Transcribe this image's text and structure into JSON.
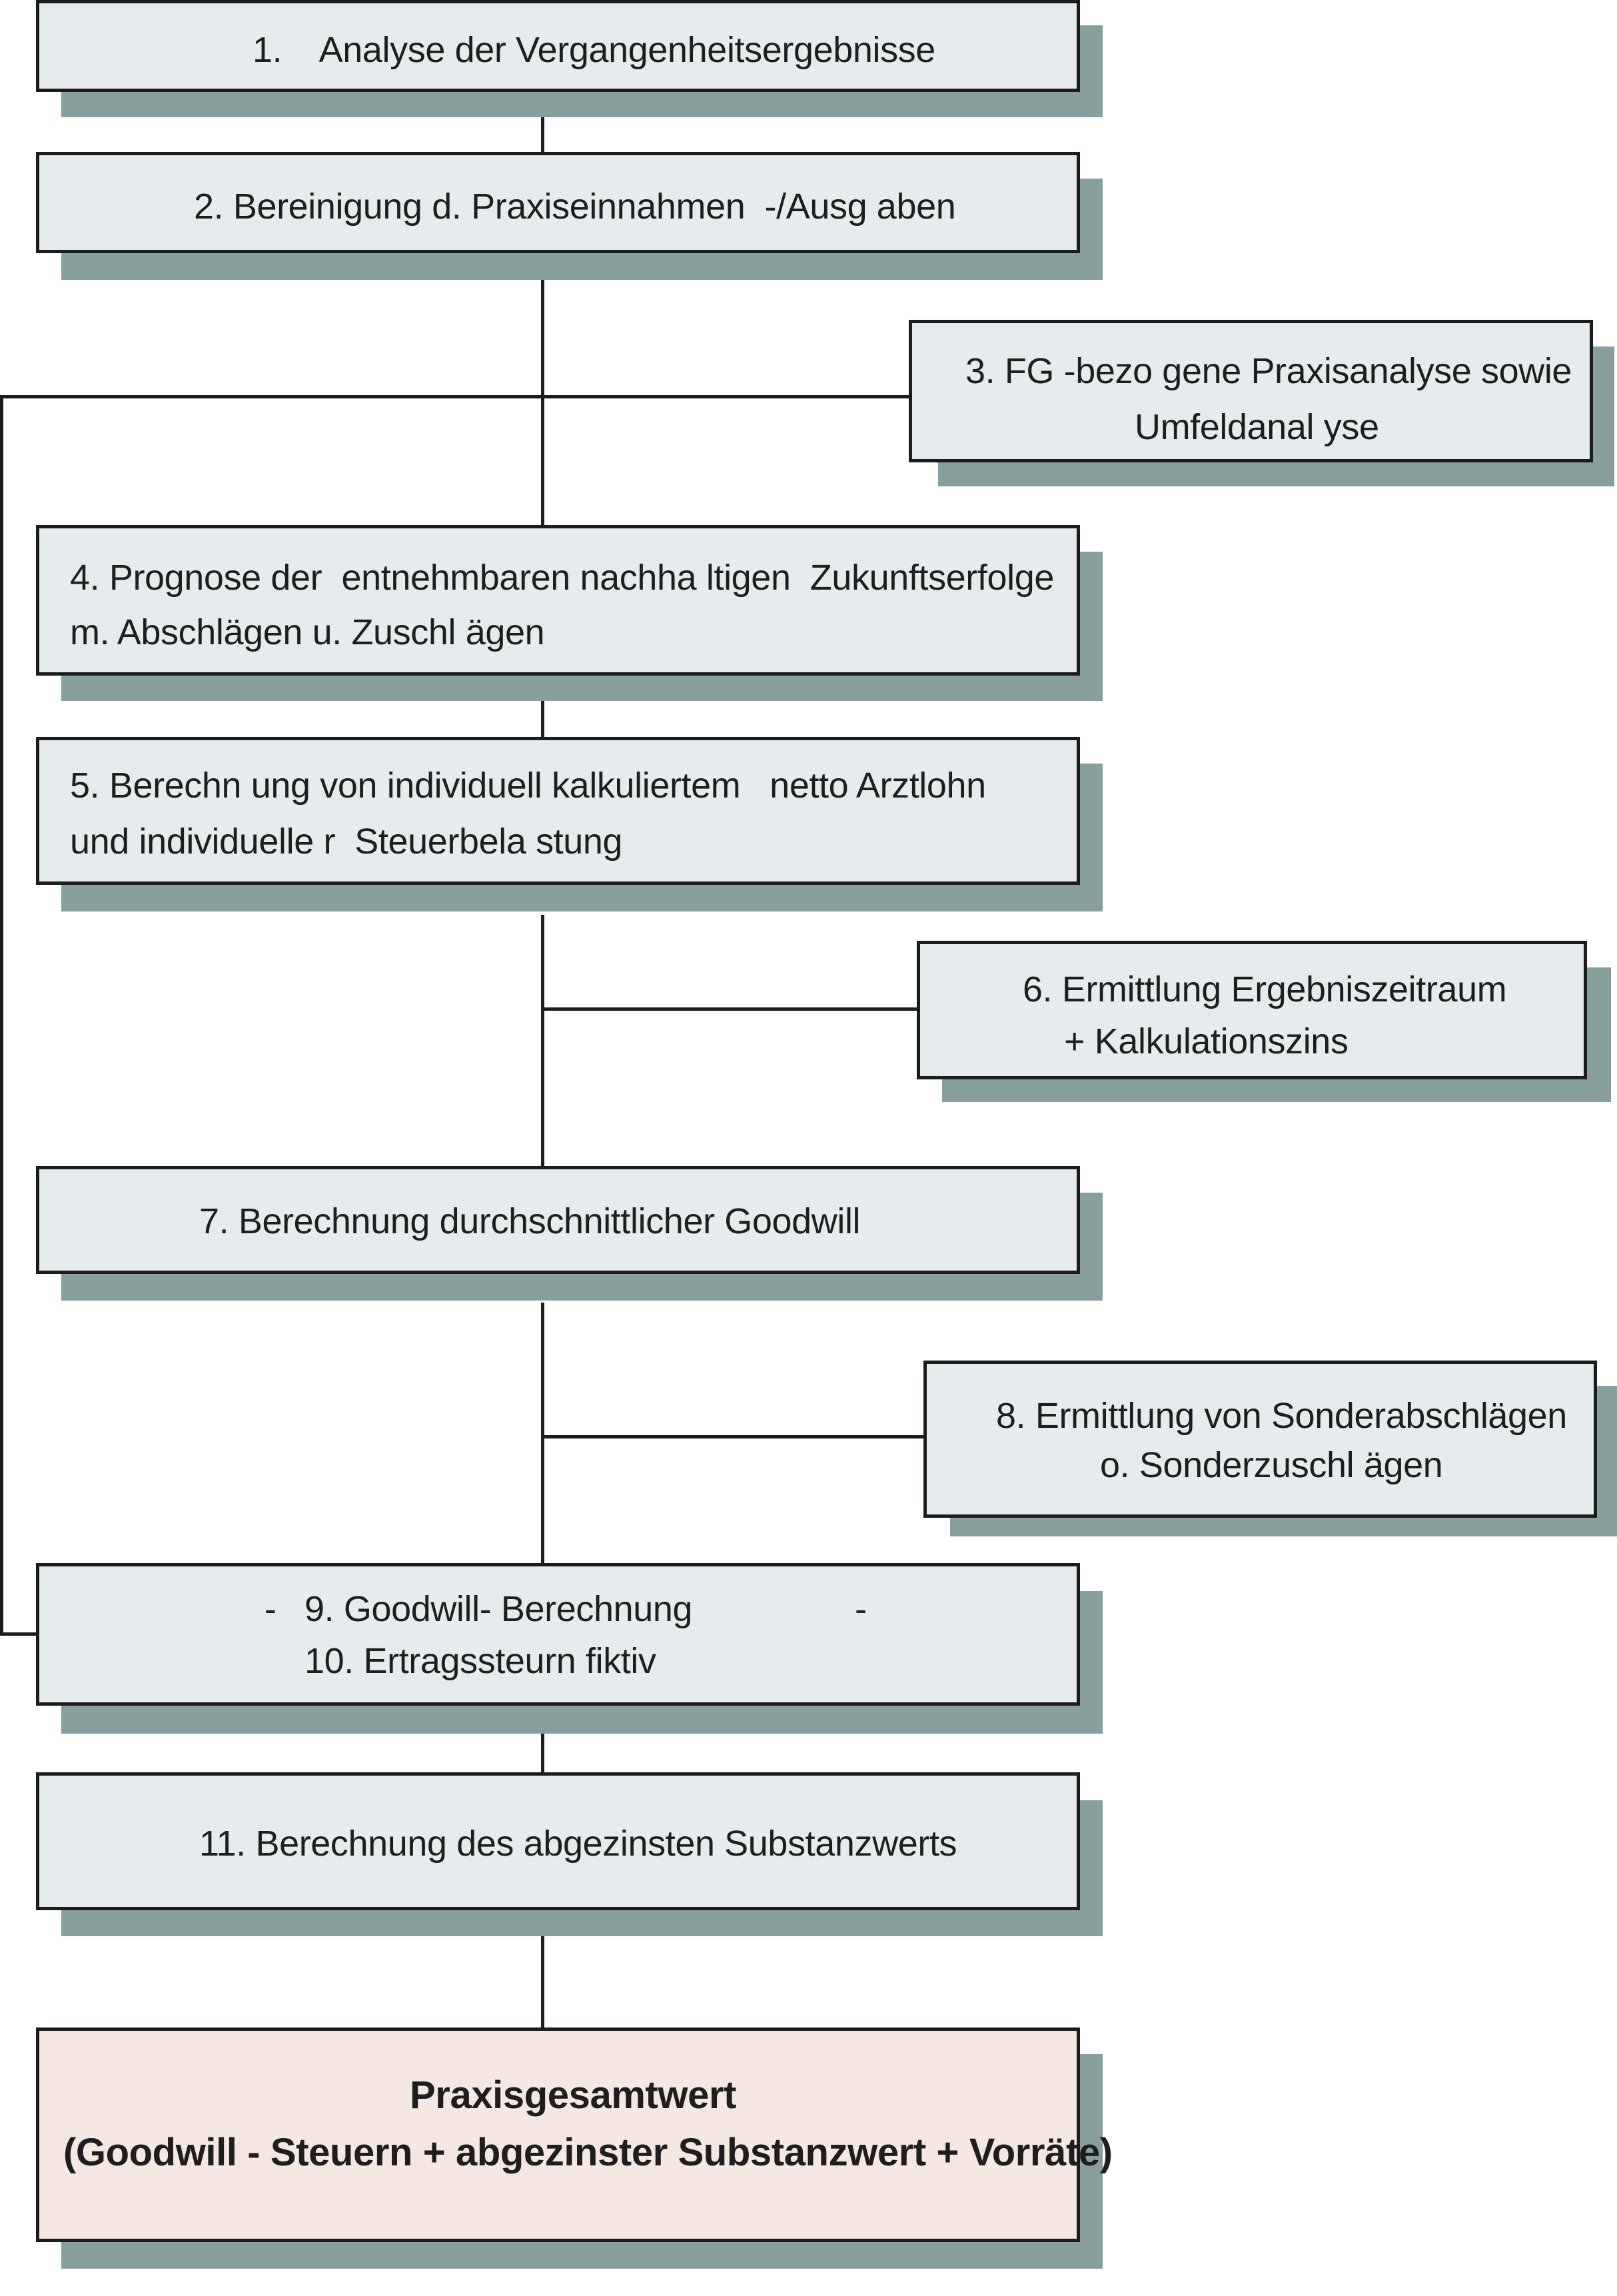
{
  "steps": [
    {
      "id": "s1",
      "lines": [
        "1.    Analyse der Vergangenheitsergebnisse"
      ]
    },
    {
      "id": "s2",
      "lines": [
        "2. Bereinigung d. Praxiseinnahmen  -/Ausg aben"
      ]
    },
    {
      "id": "s3",
      "lines": [
        "3. FG -bezo gene Praxisanalyse sowie",
        "Umfeldanal yse"
      ]
    },
    {
      "id": "s4",
      "lines": [
        "4. Prognose der  entnehmbaren nachha ltigen  Zukunftserfolge",
        "m. Abschlägen u. Zuschl ägen"
      ]
    },
    {
      "id": "s5",
      "lines": [
        "5. Berechn ung von individuell kalkuliertem   netto Arztlohn",
        "und individuelle r  Steuerbela stung"
      ]
    },
    {
      "id": "s6",
      "lines": [
        "6. Ermittlung Ergebniszeitraum",
        "+ Kalkulationszins"
      ]
    },
    {
      "id": "s7",
      "lines": [
        "7. Berechnung durchschnittlicher Goodwill"
      ]
    },
    {
      "id": "s8",
      "lines": [
        "8. Ermittlung von Sonderabschlägen",
        "o. Sonderzuschl ägen"
      ]
    },
    {
      "id": "s9",
      "lines": [
        "-",
        "9. Goodwill- Berechnung",
        "-",
        "10. Ertragssteurn fiktiv"
      ]
    },
    {
      "id": "s11",
      "lines": [
        "11. Berechnung des abgezinsten Substanzwerts"
      ]
    },
    {
      "id": "final",
      "lines": [
        "Praxisgesamtwert",
        "(Goodwill - Steuern + abgezinster Substanzwert + Vorräte)"
      ]
    }
  ],
  "colors": {
    "box_fill": "#e6ecee",
    "final_fill": "#f5e8e2",
    "shadow": "#87a09e",
    "line": "#1c1c1c"
  }
}
